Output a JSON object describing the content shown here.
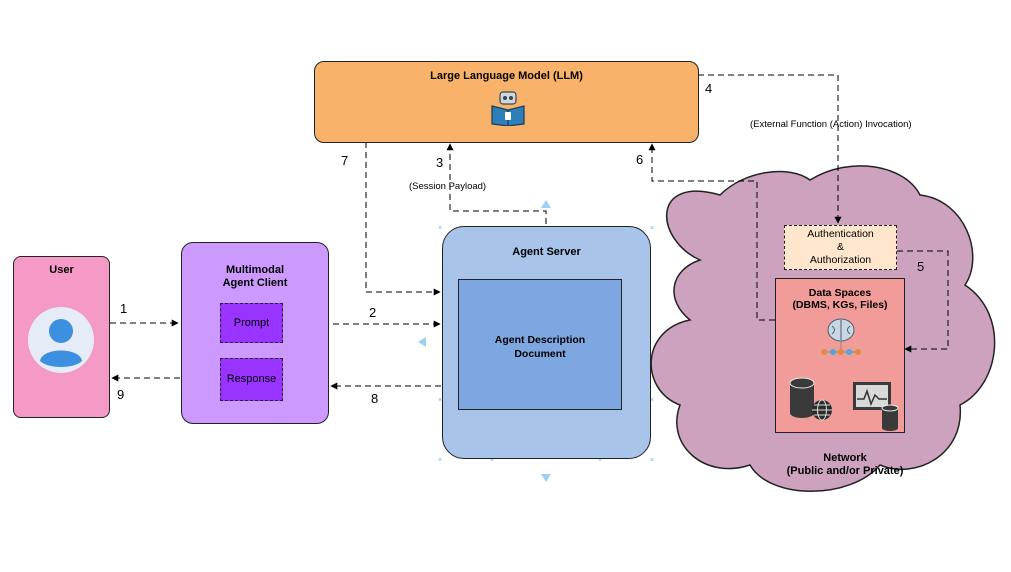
{
  "llm": {
    "title": "Large Language Model (LLM)",
    "icon": "robot-reading-book-icon"
  },
  "user": {
    "title": "User",
    "icon": "user-avatar-icon"
  },
  "client": {
    "title_line1": "Multimodal",
    "title_line2": "Agent Client",
    "prompt": "Prompt",
    "response": "Response"
  },
  "server": {
    "title": "Agent Server",
    "doc_line1": "Agent Description",
    "doc_line2": "Document"
  },
  "auth": {
    "line1": "Authentication",
    "line2": "&",
    "line3": "Authorization"
  },
  "data_spaces": {
    "line1": "Data Spaces",
    "line2": "(DBMS, KGs, Files)",
    "icons": [
      "brain-network-icon",
      "database-icon",
      "globe-icon",
      "monitor-chart-icon",
      "cylinder-icon"
    ]
  },
  "network": {
    "line1": "Network",
    "line2": "(Public and/or Private)"
  },
  "annotations": {
    "session_payload": "(Session Payload)",
    "external_invocation": "(External Function (Action) Invocation)"
  },
  "steps": [
    "1",
    "2",
    "3",
    "4",
    "5",
    "6",
    "7",
    "8",
    "9"
  ],
  "colors": {
    "llm": "#f8b26a",
    "user": "#f59ac6",
    "client": "#cc99ff",
    "client_inner": "#9933ff",
    "server": "#a9c4eb",
    "doc": "#7ea6e0",
    "auth": "#ffe6cc",
    "data_spaces": "#f19c99",
    "network": "#cda2be"
  }
}
